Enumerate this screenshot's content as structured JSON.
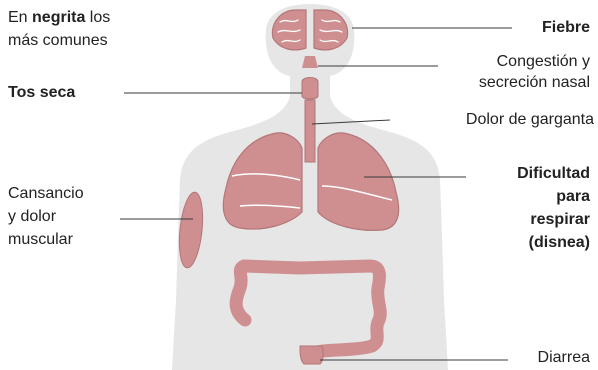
{
  "legend": {
    "prefix": "En ",
    "highlight": "negrita",
    "suffix": " los",
    "line2": "más comunes"
  },
  "symptoms": {
    "fever": "Fiebre",
    "congestion_line1": "Congestión y",
    "congestion_line2": "secreción nasal",
    "dry_cough": "Tos seca",
    "sore_throat": "Dolor de garganta",
    "breathing_line1": "Dificultad",
    "breathing_line2": "para",
    "breathing_line3": "respirar",
    "breathing_line4": "(disnea)",
    "fatigue_line1": "Cansancio",
    "fatigue_line2": "y dolor",
    "fatigue_line3": "muscular",
    "diarrhea": "Diarrea"
  },
  "colors": {
    "body": "#e6e6e6",
    "organ_fill": "#cf8f91",
    "organ_stroke": "#b37678",
    "text": "#222222"
  }
}
